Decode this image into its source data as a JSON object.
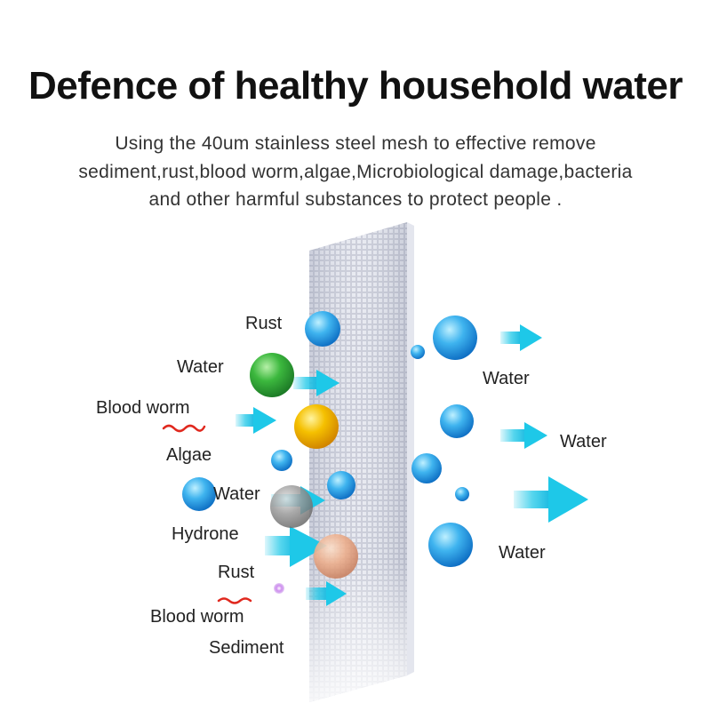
{
  "header": {
    "title": "Defence of healthy household water",
    "description_lines": [
      "Using the 40um stainless steel mesh to effective remove",
      "sediment,rust,blood worm,algae,Microbiological damage,bacteria",
      "and other harmful substances to protect people ."
    ]
  },
  "diagram": {
    "left_labels": {
      "rust_1": "Rust",
      "water_1": "Water",
      "blood_worm_1": "Blood worm",
      "algae": "Algae",
      "water_2": "Water",
      "hydrone": "Hydrone",
      "rust_2": "Rust",
      "blood_worm_2": "Blood worm",
      "sediment": "Sediment"
    },
    "right_labels": {
      "water_r1": "Water",
      "water_r2": "Water",
      "water_r3": "Water"
    },
    "colors": {
      "mesh": "#c9ccd8",
      "arrow": "#1ec8e8",
      "water_ball": "#1e9de6",
      "green_ball": "#2ea83c",
      "yellow_ball": "#f0b800",
      "grey_ball": "#8a8a8a",
      "peach_ball": "#e8a07c",
      "worm_red": "#e0281e",
      "purple_dot": "#c070e0"
    }
  }
}
